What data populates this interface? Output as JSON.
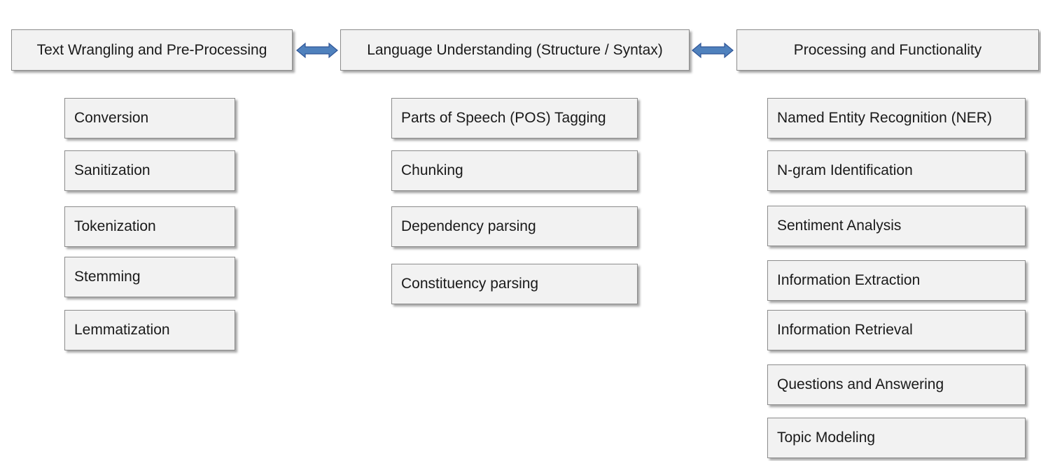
{
  "headers": [
    "Text Wrangling and Pre-Processing",
    "Language Understanding (Structure / Syntax)",
    "Processing and Functionality"
  ],
  "columns": [
    {
      "items": [
        "Conversion",
        "Sanitization",
        "Tokenization",
        "Stemming",
        "Lemmatization"
      ]
    },
    {
      "items": [
        "Parts of Speech (POS) Tagging",
        "Chunking",
        "Dependency parsing",
        "Constituency parsing"
      ]
    },
    {
      "items": [
        "Named Entity Recognition (NER)",
        "N-gram Identification",
        "Sentiment Analysis",
        "Information Extraction",
        "Information Retrieval",
        "Questions and Answering",
        "Topic Modeling"
      ]
    }
  ],
  "colors": {
    "box_fill": "#f2f2f2",
    "box_border": "#8c8c8c",
    "arrow_fill": "#4f81bd",
    "arrow_stroke": "#2f5597"
  }
}
